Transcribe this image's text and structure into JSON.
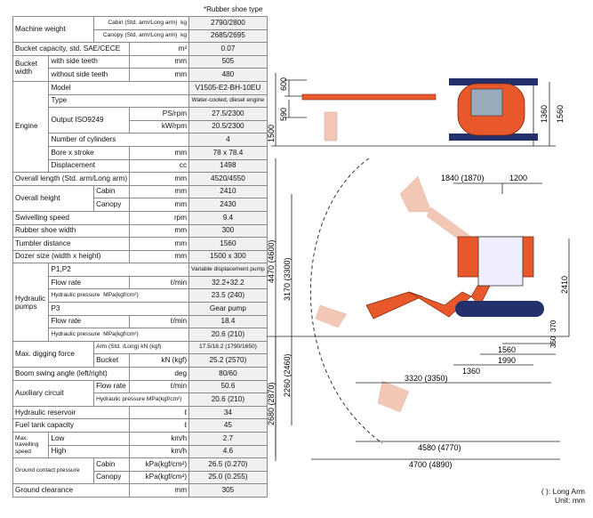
{
  "header_note": "*Rubber shoe type",
  "rows": {
    "mw": {
      "label": "Machine weight",
      "cab": "Cabin (Std. arm/Long arm)",
      "cab_u": "kg",
      "cab_v": "2790/2800",
      "can": "Canopy (Std. arm/Long arm)",
      "can_u": "kg",
      "can_v": "2685/2695"
    },
    "bucket_cap": {
      "label": "Bucket capacity, std. SAE/CECE",
      "u": "m³",
      "v": "0.07"
    },
    "bw": {
      "label": "Bucket width",
      "a": "with side teeth",
      "a_u": "mm",
      "a_v": "505",
      "b": "without side teeth",
      "b_u": "mm",
      "b_v": "480"
    },
    "engine": {
      "label": "Engine",
      "model": "Model",
      "model_v": "V1505-E2-BH-10EU",
      "type": "Type",
      "type_v": "Water-cooled, diesel engine",
      "output": "Output ISO9249",
      "ps": "PS/rpm",
      "ps_v": "27.5/2300",
      "kw": "kW/rpm",
      "kw_v": "20.5/2300",
      "cyl": "Number of cylinders",
      "cyl_v": "4",
      "bore": "Bore x stroke",
      "bore_u": "mm",
      "bore_v": "78 x 78.4",
      "disp": "Displacement",
      "disp_u": "cc",
      "disp_v": "1498"
    },
    "ol": {
      "label": "Overall length (Std. arm/Long arm)",
      "u": "mm",
      "v": "4520/4550"
    },
    "oh": {
      "label": "Overall height",
      "cab": "Cabin",
      "cab_u": "mm",
      "cab_v": "2410",
      "can": "Canopy",
      "can_u": "mm",
      "can_v": "2430"
    },
    "sw": {
      "label": "Swivelling speed",
      "u": "rpm",
      "v": "9.4"
    },
    "rsw": {
      "label": "Rubber shoe width",
      "u": "mm",
      "v": "300"
    },
    "td": {
      "label": "Tumbler distance",
      "u": "mm",
      "v": "1560"
    },
    "dz": {
      "label": "Dozer size (width x height)",
      "u": "mm",
      "v": "1500 x 300"
    },
    "hp": {
      "label": "Hydraulic pumps",
      "p12": "P1,P2",
      "p12_v": "Variable displacement pump",
      "fr": "Flow rate",
      "fr_u": "ℓ/min",
      "fr_v": "32.2+32.2",
      "pr": "Hydraulic pressure",
      "pr_u": "MPa(kgf/cm²)",
      "pr_v": "23.5 (240)",
      "p3": "P3",
      "p3_v": "Gear pump",
      "fr3": "Flow rate",
      "fr3_u": "ℓ/min",
      "fr3_v": "18.4",
      "pr3": "Hydraulic pressure",
      "pr3_u": "MPa(kgf/cm²)",
      "pr3_v": "20.6 (210)"
    },
    "mdf": {
      "label": "Max. digging force",
      "arm": "Arm (Std. /Long)",
      "arm_u": "kN (kgf)",
      "arm_v": "17.5/16.2 (1790/1650)",
      "bk": "Bucket",
      "bk_u": "kN (kgf)",
      "bk_v": "25.2 (2570)"
    },
    "bsa": {
      "label": "Boom swing angle (left/right)",
      "u": "deg",
      "v": "80/60"
    },
    "aux": {
      "label": "Auxiliary circuit",
      "fr": "Flow rate",
      "fr_u": "ℓ/min",
      "fr_v": "50.6",
      "pr": "Hydraulic pressure",
      "pr_u": "MPa(kgf/cm²)",
      "pr_v": "20.6 (210)"
    },
    "hr": {
      "label": "Hydraulic reservoir",
      "u": "ℓ",
      "v": "34"
    },
    "ft": {
      "label": "Fuel tank capacity",
      "u": "ℓ",
      "v": "45"
    },
    "ts": {
      "label": "Max. travelling speed",
      "lo": "Low",
      "lo_u": "km/h",
      "lo_v": "2.7",
      "hi": "High",
      "hi_u": "km/h",
      "hi_v": "4.6"
    },
    "gcp": {
      "label": "Ground contact pressure",
      "cab": "Cabin",
      "cab_u": "kPa(kgf/cm²)",
      "cab_v": "26.5 (0.270)",
      "can": "Canopy",
      "can_u": "kPa(kgf/cm²)",
      "can_v": "25.0 (0.255)"
    },
    "gc": {
      "label": "Ground clearance",
      "u": "mm",
      "v": "305"
    }
  },
  "dims": {
    "top_600": "600",
    "top_590": "590",
    "top_1500": "1500",
    "top_1360": "1360",
    "top_1560": "1560",
    "d_1840": "1840 (1870)",
    "d_1200": "1200",
    "d_4470": "4470 (4600)",
    "d_3170": "3170 (3300)",
    "d_2410": "2410",
    "d_370": "370",
    "d_350": "350",
    "d_1560": "1560",
    "d_1990": "1990",
    "d_1360": "1360",
    "d_3320": "3320 (3350)",
    "d_2680": "2680 (2870)",
    "d_2260": "2260 (2460)",
    "d_4580": "4580 (4770)",
    "d_4700": "4700 (4890)"
  },
  "legend": {
    "line1": "( ): Long Arm",
    "line2": "Unit: mm"
  },
  "colors": {
    "machine_orange": "#e8582a",
    "machine_navy": "#23306b",
    "ghost": "#f2c7b6"
  }
}
